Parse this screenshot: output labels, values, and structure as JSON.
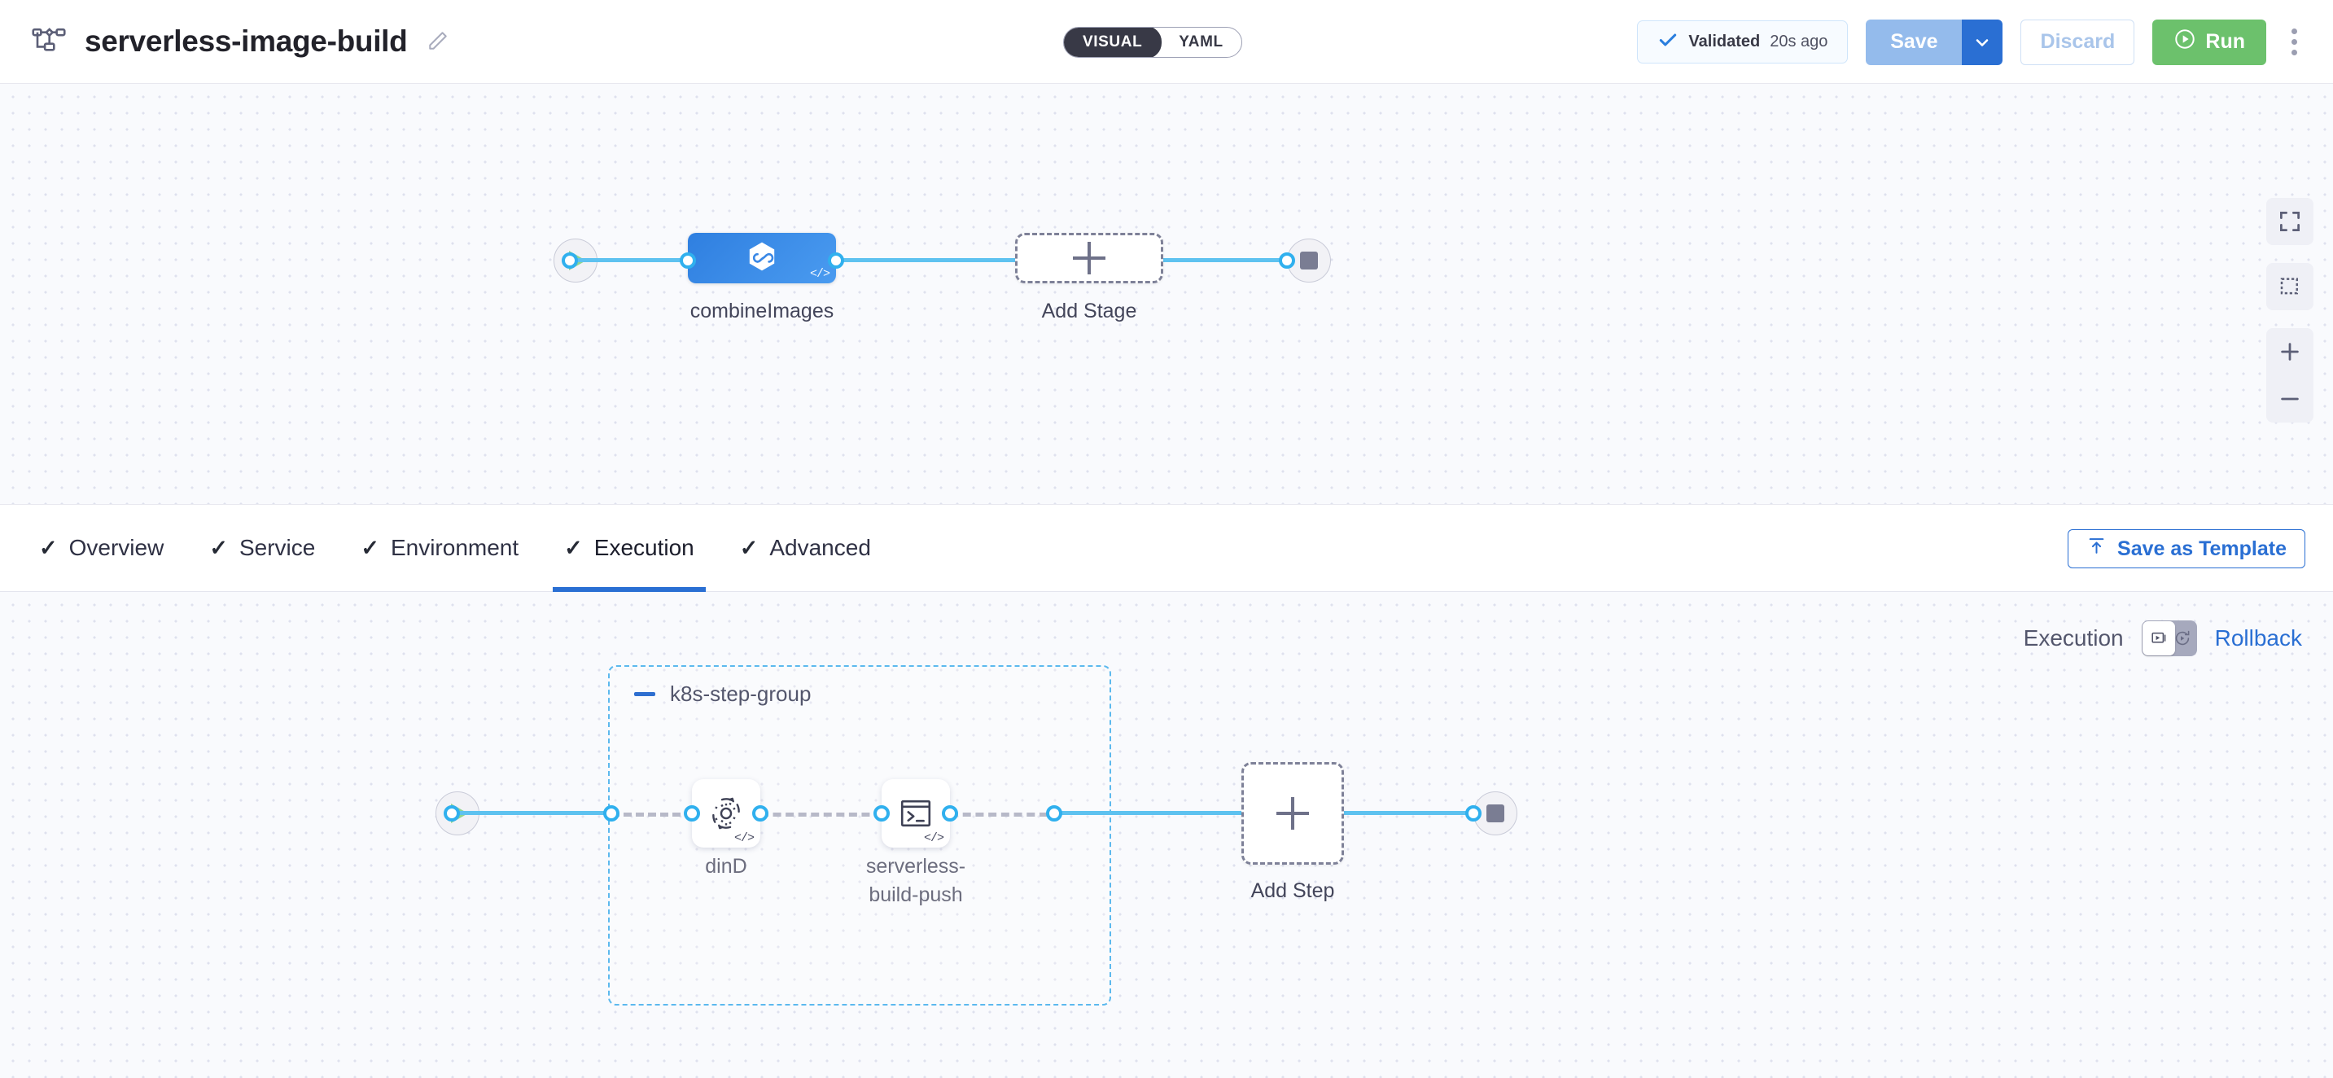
{
  "header": {
    "pipeline_icon": "pipeline-graph-icon",
    "title": "serverless-image-build",
    "edit_icon": "pencil-icon",
    "mode_toggle": {
      "visual_label": "VISUAL",
      "yaml_label": "YAML",
      "selected": "VISUAL"
    },
    "validated": {
      "check_icon": "check-icon",
      "label": "Validated",
      "time": "20s ago"
    },
    "save_label": "Save",
    "save_caret_icon": "chevron-down-icon",
    "discard_label": "Discard",
    "run_label": "Run",
    "run_icon": "play-circle-icon",
    "more_icon": "kebab-menu-icon"
  },
  "pipeline_canvas": {
    "start_node": "start-node",
    "end_node": "end-node",
    "stage": {
      "name": "combineImages",
      "icon": "ci-infinity-hexagon-icon",
      "code_badge": "</>"
    },
    "add_stage": {
      "label": "Add Stage",
      "icon": "plus-icon"
    },
    "controls": {
      "fit_label": "fit-to-screen",
      "select_label": "selection-box",
      "zoom_in_label": "+",
      "zoom_out_label": "−"
    }
  },
  "tabs": [
    {
      "label": "Overview",
      "active": false,
      "check": "✓"
    },
    {
      "label": "Service",
      "active": false,
      "check": "✓"
    },
    {
      "label": "Environment",
      "active": false,
      "check": "✓"
    },
    {
      "label": "Execution",
      "active": true,
      "check": "✓"
    },
    {
      "label": "Advanced",
      "active": false,
      "check": "✓"
    }
  ],
  "save_as_template": {
    "label": "Save as Template",
    "icon": "template-upload-icon"
  },
  "execution_toggle": {
    "execution_label": "Execution",
    "rollback_label": "Rollback",
    "selected": "Execution",
    "execution_icon": "execution-play-box-icon",
    "rollback_icon": "rollback-circular-arrow-icon"
  },
  "steps_canvas": {
    "start_node": "start-node",
    "end_node": "end-node",
    "step_group": {
      "title": "k8s-step-group",
      "collapse_icon": "minus-icon",
      "steps": [
        {
          "name": "dinD",
          "icon": "gear-rotate-icon",
          "code_badge": "</>"
        },
        {
          "name": "serverless-build-push",
          "name_line1": "serverless-",
          "name_line2": "build-push",
          "icon": "terminal-icon",
          "code_badge": "</>"
        }
      ]
    },
    "add_step": {
      "label": "Add Step",
      "icon": "plus-icon"
    }
  },
  "colors": {
    "accent_blue": "#2a6fd3",
    "edge_blue": "#5ec2f0",
    "run_green": "#6cc16c",
    "stage_blue": "#3a88e6",
    "group_dash": "#5cb9ee"
  }
}
